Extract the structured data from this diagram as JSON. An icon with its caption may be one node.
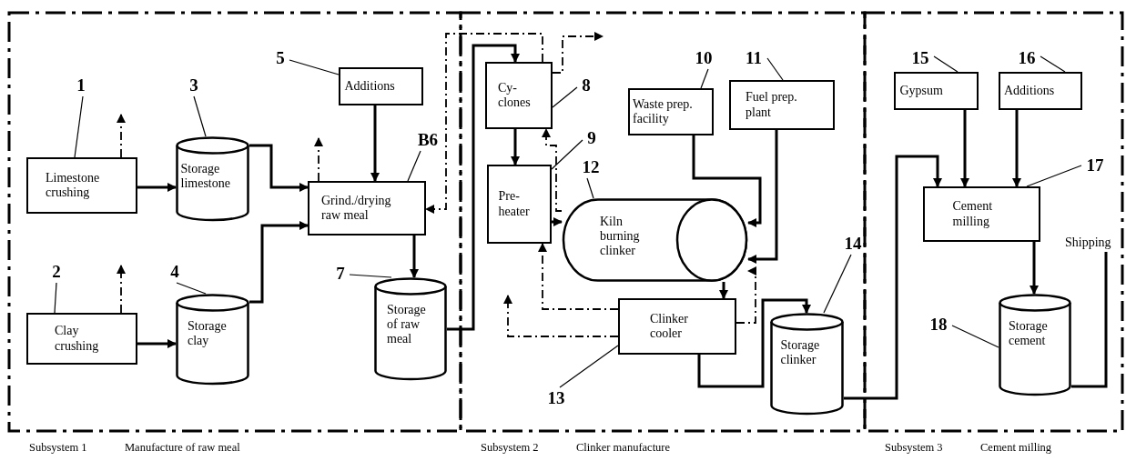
{
  "diagram": {
    "nodes": [
      {
        "text": [
          "Subsystem 1",
          "Manufacture of raw meal"
        ]
      },
      {
        "text": [
          "Limestone crushing"
        ],
        "in": 0
      },
      {
        "text": [
          "Clay crushing"
        ],
        "in": 0
      },
      {
        "text": [
          "Storage limestone"
        ],
        "in": 0
      },
      {
        "text": [
          "Storage clay"
        ],
        "in": 0
      },
      {
        "text": [
          "Additions"
        ],
        "in": 0
      },
      {
        "text": [
          "Grind./drying raw meal"
        ],
        "in": 0
      },
      {
        "text": [
          "Storage of raw meal"
        ],
        "in": 0
      },
      {
        "text": [
          "Subsystem 2",
          "Clinker manufacture"
        ]
      },
      {
        "text": [
          "Cy- clones"
        ],
        "in": 8
      },
      {
        "text": [
          "Pre- heater"
        ],
        "in": 8
      },
      {
        "text": [
          "Waste prep. facility"
        ],
        "in": 8
      },
      {
        "text": [
          "Fuel prep. plant"
        ],
        "in": 8
      },
      {
        "text": [
          "Kiln burning clinker"
        ],
        "in": 8
      },
      {
        "text": [
          "Clinker cooler"
        ],
        "in": 8
      },
      {
        "text": [
          "Storage clinker"
        ],
        "in": 8
      },
      {
        "text": [
          "Subsystem 3",
          "Cement milling"
        ]
      },
      {
        "text": [
          "Gypsum"
        ],
        "in": 16
      },
      {
        "text": [
          "Additions"
        ],
        "in": 16
      },
      {
        "text": [
          "Cement milling"
        ],
        "in": 16
      },
      {
        "text": [
          "Storage cement"
        ],
        "in": 16
      },
      {
        "text": [
          "Shipping"
        ],
        "in": 16
      },
      {
        "text": [
          "1"
        ],
        "in": 0
      },
      {
        "text": [
          "3"
        ],
        "in": 0
      },
      {
        "text": [
          "5"
        ],
        "in": 0
      },
      {
        "text": [
          "B6"
        ],
        "in": 0
      },
      {
        "text": [
          "2"
        ],
        "in": 0
      },
      {
        "text": [
          "4"
        ],
        "in": 0
      },
      {
        "text": [
          "7"
        ],
        "in": 0
      },
      {
        "text": [
          "10"
        ],
        "in": 8
      },
      {
        "text": [
          "11"
        ],
        "in": 8
      },
      {
        "text": [
          "8"
        ],
        "in": 8
      },
      {
        "text": [
          "9"
        ],
        "in": 8
      },
      {
        "text": [
          "12"
        ],
        "in": 8
      },
      {
        "text": [
          "13"
        ],
        "in": 8
      },
      {
        "text": [
          "14"
        ],
        "in": 8
      },
      {
        "text": [
          "15"
        ],
        "in": 16
      },
      {
        "text": [
          "16"
        ],
        "in": 16
      },
      {
        "text": [
          "17"
        ],
        "in": 16
      },
      {
        "text": [
          "18"
        ],
        "in": 16
      }
    ],
    "edges": [
      {
        "from": 1,
        "to": 3,
        "arrow": "to"
      },
      {
        "from": 2,
        "to": 4,
        "arrow": "to"
      },
      {
        "from": 3,
        "to": 6,
        "arrow": "to"
      },
      {
        "from": 4,
        "to": 6,
        "arrow": "to"
      },
      {
        "from": 5,
        "to": 6,
        "arrow": "to"
      },
      {
        "from": 6,
        "to": 7,
        "arrow": "to"
      },
      {
        "from": 7,
        "to": 9,
        "arrow": "to"
      },
      {
        "from": 9,
        "to": 10,
        "arrow": "to"
      },
      {
        "from": 10,
        "to": 13,
        "arrow": "to"
      },
      {
        "from": 11,
        "to": 13,
        "arrow": "to"
      },
      {
        "from": 12,
        "to": 13,
        "arrow": "to"
      },
      {
        "from": 13,
        "to": 14,
        "arrow": "to"
      },
      {
        "from": 14,
        "to": 15,
        "arrow": "to"
      },
      {
        "from": 15,
        "to": 19,
        "arrow": "to"
      },
      {
        "from": 17,
        "to": 19,
        "arrow": "to"
      },
      {
        "from": 18,
        "to": 19,
        "arrow": "to"
      },
      {
        "from": 19,
        "to": 20,
        "arrow": "to"
      },
      {
        "from": 20,
        "to": 21,
        "arrow": "none"
      },
      {
        "from": 1,
        "to": null,
        "arrow": "to",
        "style": "dashed"
      },
      {
        "from": 2,
        "to": null,
        "arrow": "to",
        "style": "dashed"
      },
      {
        "from": 6,
        "to": null,
        "arrow": "to",
        "style": "dashed"
      },
      {
        "from": 9,
        "to": 6,
        "arrow": "to",
        "style": "dashed"
      },
      {
        "from": 9,
        "to": null,
        "arrow": "to",
        "style": "dashed"
      },
      {
        "from": 13,
        "to": 9,
        "arrow": "to",
        "style": "dashed"
      },
      {
        "from": 14,
        "to": 10,
        "arrow": "to",
        "style": "dashed"
      },
      {
        "from": 14,
        "to": null,
        "arrow": "to",
        "style": "dashed"
      },
      {
        "from": 14,
        "to": 13,
        "arrow": "to",
        "style": "dashed"
      },
      {
        "from": 22,
        "to": 1,
        "arrow": "none"
      },
      {
        "from": 23,
        "to": 3,
        "arrow": "none"
      },
      {
        "from": 24,
        "to": 5,
        "arrow": "none"
      },
      {
        "from": 25,
        "to": 6,
        "arrow": "none"
      },
      {
        "from": 26,
        "to": 2,
        "arrow": "none"
      },
      {
        "from": 27,
        "to": 4,
        "arrow": "none"
      },
      {
        "from": 28,
        "to": 7,
        "arrow": "none"
      },
      {
        "from": 29,
        "to": 11,
        "arrow": "none"
      },
      {
        "from": 30,
        "to": 12,
        "arrow": "none"
      },
      {
        "from": 31,
        "to": 9,
        "arrow": "none"
      },
      {
        "from": 32,
        "to": 10,
        "arrow": "none"
      },
      {
        "from": 33,
        "to": 13,
        "arrow": "none"
      },
      {
        "from": 34,
        "to": 14,
        "arrow": "none"
      },
      {
        "from": 35,
        "to": 15,
        "arrow": "none"
      },
      {
        "from": 36,
        "to": 17,
        "arrow": "none"
      },
      {
        "from": 37,
        "to": 18,
        "arrow": "none"
      },
      {
        "from": 38,
        "to": 19,
        "arrow": "none"
      },
      {
        "from": 39,
        "to": 20,
        "arrow": "none"
      }
    ]
  }
}
